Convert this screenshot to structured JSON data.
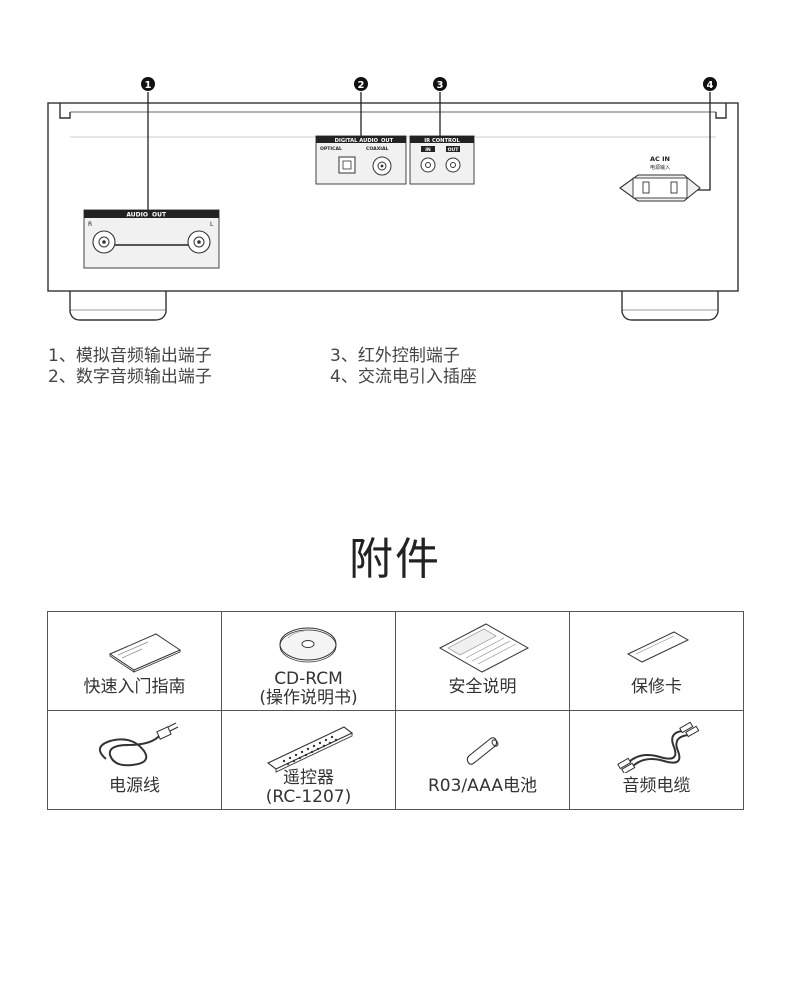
{
  "rear_panel": {
    "callouts": [
      "1",
      "2",
      "3",
      "4"
    ],
    "audio_out_label": "AUDIO",
    "audio_out_badge": "OUT",
    "channel_r": "R",
    "channel_l": "L",
    "digital_label": "DIGITAL AUDIO",
    "digital_badge": "OUT",
    "optical_label": "OPTICAL",
    "coaxial_label": "COAXIAL",
    "ir_label": "IR CONTROL",
    "ir_in": "IN",
    "ir_out": "OUT",
    "ac_in_label": "AC IN",
    "ac_in_sub": "电源输入"
  },
  "legend": {
    "item1": "1、模拟音频输出端子",
    "item2": "2、数字音频输出端子",
    "item3": "3、红外控制端子",
    "item4": "4、交流电引入插座"
  },
  "section_title": "附件",
  "accessories": [
    {
      "label": "快速入门指南",
      "sub": "",
      "icon": "quick-guide-icon"
    },
    {
      "label": "CD-RCM",
      "sub": "(操作说明书)",
      "icon": "cd-disc-icon"
    },
    {
      "label": "安全说明",
      "sub": "",
      "icon": "safety-booklet-icon"
    },
    {
      "label": "保修卡",
      "sub": "",
      "icon": "warranty-card-icon"
    },
    {
      "label": "电源线",
      "sub": "",
      "icon": "power-cord-icon"
    },
    {
      "label": "遥控器",
      "sub": "(RC-1207)",
      "icon": "remote-control-icon"
    },
    {
      "label": "R03/AAA电池",
      "sub": "",
      "icon": "battery-icon"
    },
    {
      "label": "音频电缆",
      "sub": "",
      "icon": "audio-cable-icon"
    }
  ]
}
